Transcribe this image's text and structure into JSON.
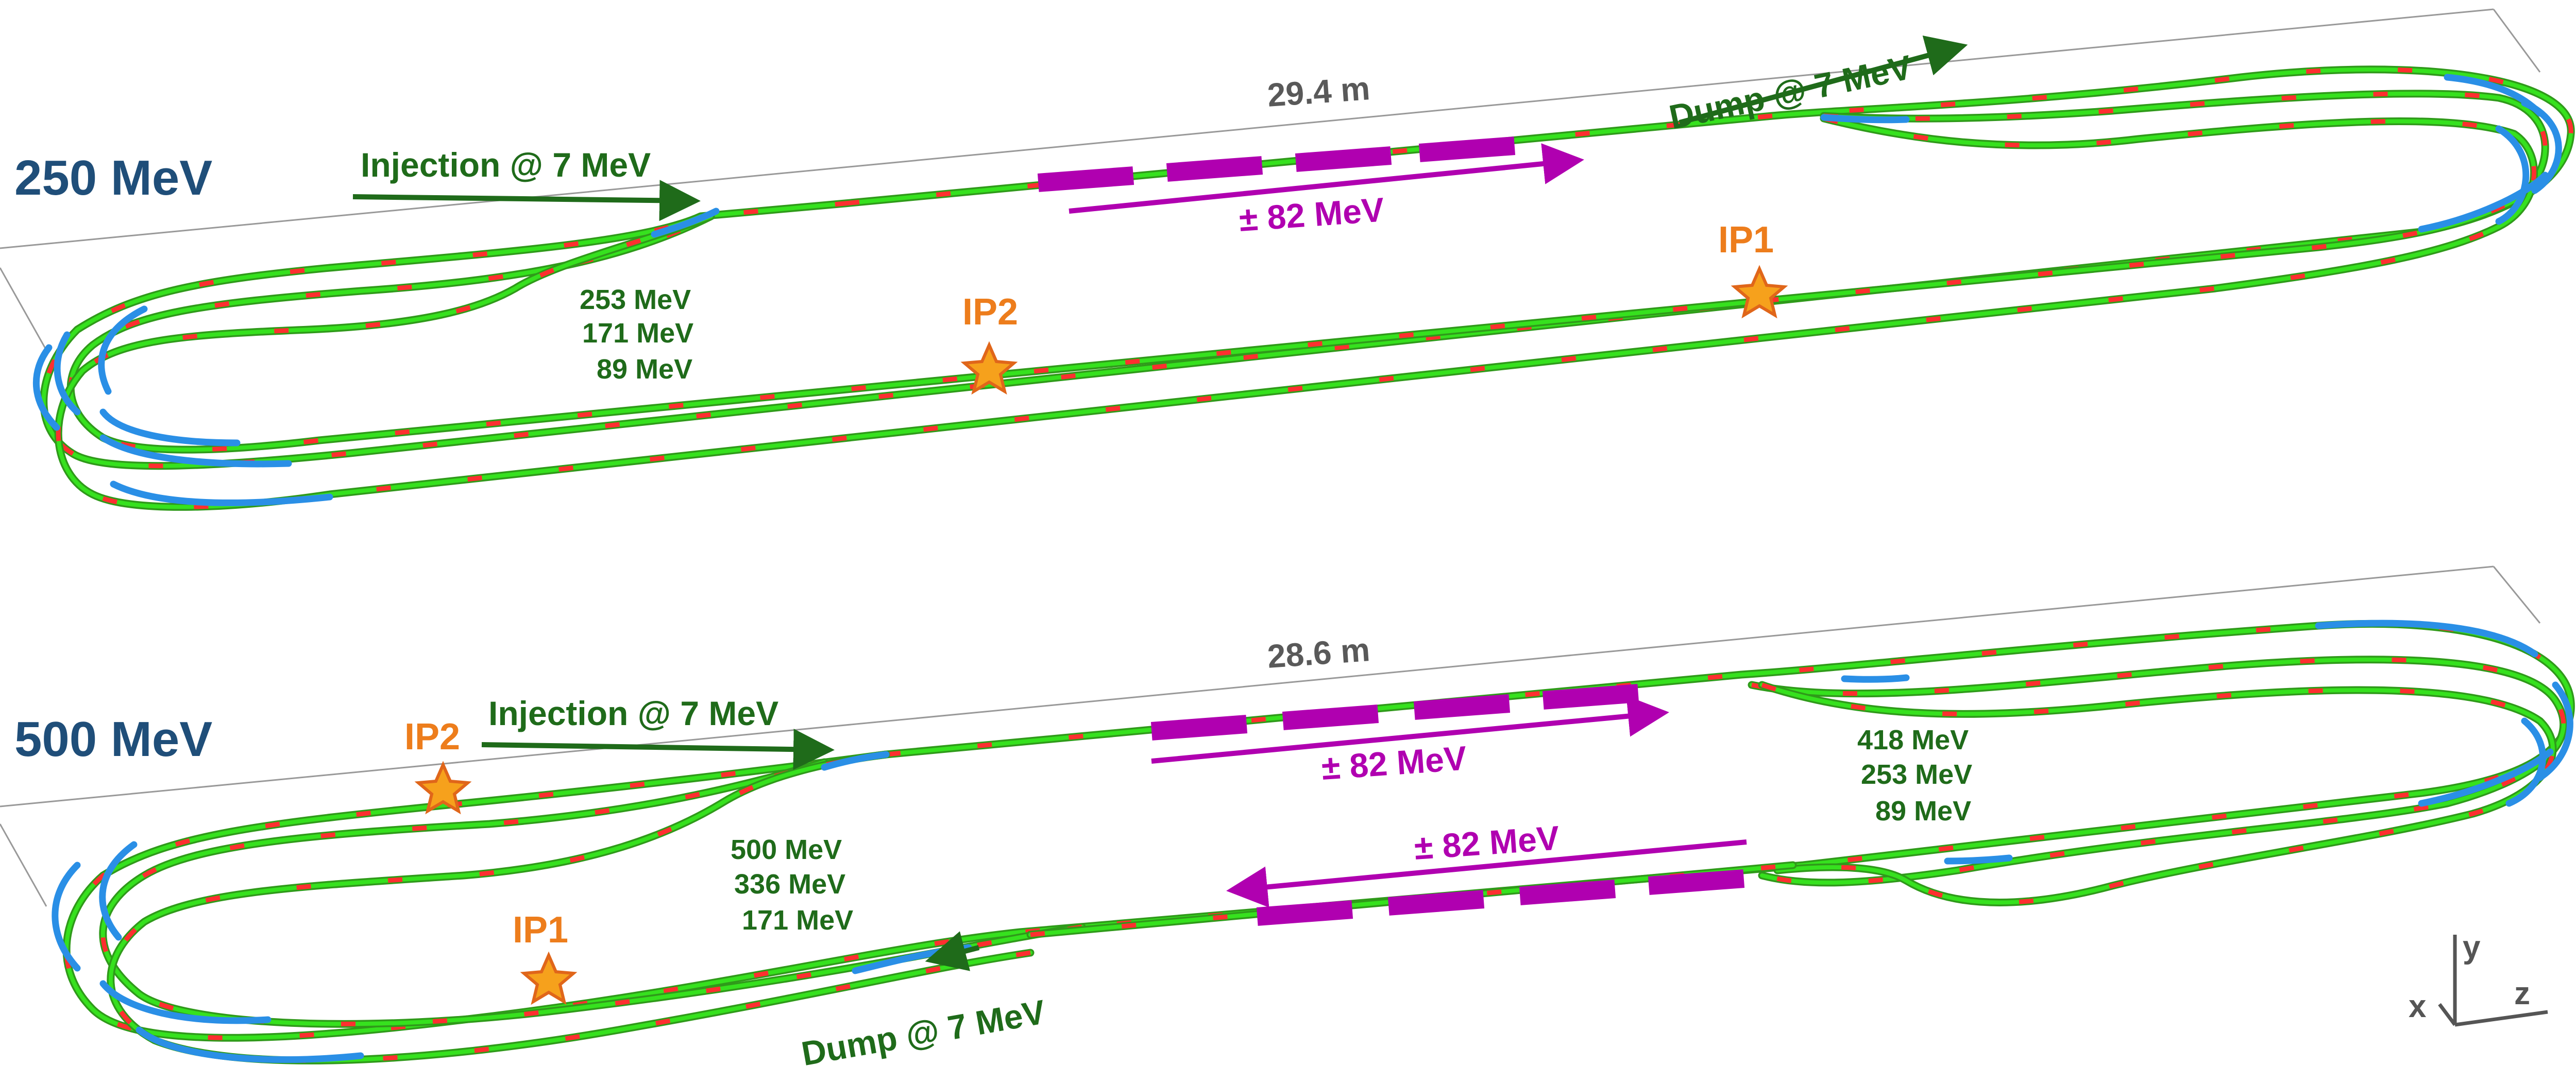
{
  "top": {
    "energy_label": "250 MeV",
    "length_label": "29.4 m",
    "injection_label": "Injection @ 7 MeV",
    "dump_label": "Dump @ 7 MeV",
    "linac_label": "± 82 MeV",
    "ip1_label": "IP1",
    "ip2_label": "IP2",
    "arc_energies": [
      "253 MeV",
      "171 MeV",
      "89 MeV"
    ]
  },
  "bottom": {
    "energy_label": "500 MeV",
    "length_label": "28.6 m",
    "injection_label": "Injection @ 7 MeV",
    "dump_label": "Dump @ 7 MeV",
    "linac1_label": "± 82 MeV",
    "linac2_label": "± 82 MeV",
    "ip1_label": "IP1",
    "ip2_label": "IP2",
    "west_arc_energies": [
      "500 MeV",
      "336 MeV",
      "171 MeV"
    ],
    "east_arc_energies": [
      "418 MeV",
      "253 MeV",
      "89 MeV"
    ]
  },
  "axes": {
    "x": "x",
    "y": "y",
    "z": "z"
  },
  "colors": {
    "beamline": "#36e11e",
    "magnet_dipole": "#2a8fe6",
    "magnet_quad": "#ff2f2f",
    "rf_cavity": "#b000b0",
    "injection_dump": "#1f6b1a",
    "interaction_point": "#f6a11c",
    "energy_label": "#1f4e79"
  }
}
